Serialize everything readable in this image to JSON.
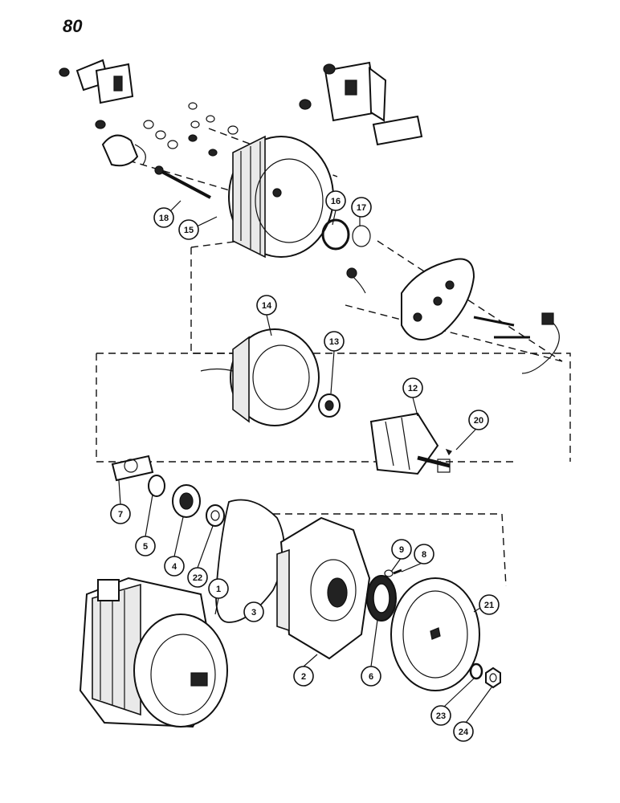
{
  "page_number": "80",
  "callouts": [
    {
      "id": "c1",
      "label": "1"
    },
    {
      "id": "c2",
      "label": "2"
    },
    {
      "id": "c3",
      "label": "3"
    },
    {
      "id": "c4",
      "label": "4"
    },
    {
      "id": "c5",
      "label": "5"
    },
    {
      "id": "c6",
      "label": "6"
    },
    {
      "id": "c7",
      "label": "7"
    },
    {
      "id": "c8",
      "label": "8"
    },
    {
      "id": "c9",
      "label": "9"
    },
    {
      "id": "c12",
      "label": "12"
    },
    {
      "id": "c13",
      "label": "13"
    },
    {
      "id": "c14",
      "label": "14"
    },
    {
      "id": "c15",
      "label": "15"
    },
    {
      "id": "c16",
      "label": "16"
    },
    {
      "id": "c17",
      "label": "17"
    },
    {
      "id": "c18",
      "label": "18"
    },
    {
      "id": "c20",
      "label": "20"
    },
    {
      "id": "c21",
      "label": "21"
    },
    {
      "id": "c22",
      "label": "22"
    },
    {
      "id": "c23",
      "label": "23"
    },
    {
      "id": "c24",
      "label": "24"
    }
  ]
}
